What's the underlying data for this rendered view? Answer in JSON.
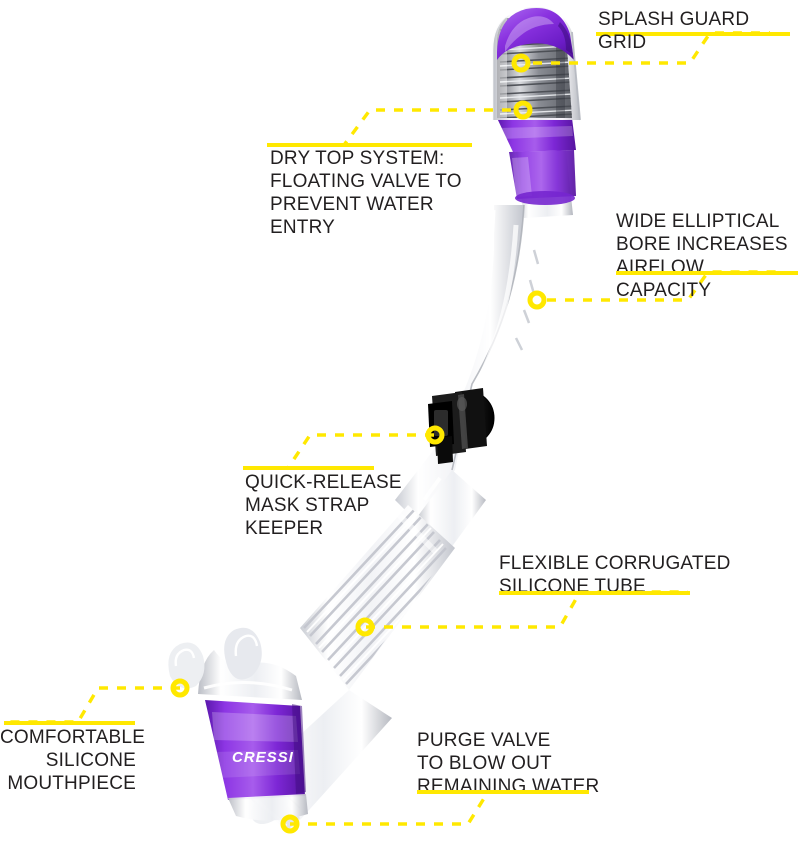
{
  "graphic": {
    "subject": "snorkel",
    "brand_text": "CRESSI",
    "colors": {
      "accent_yellow": "#ffe800",
      "text_dark": "#221f20",
      "purple_dark": "#6d1fc4",
      "purple_mid": "#8a32e0",
      "purple_light": "#a865ec",
      "clear_plastic": "#e8e9ec",
      "black_clip": "#1a1a1a",
      "background": "#ffffff"
    }
  },
  "callouts": [
    {
      "id": "splash-guard-grid",
      "text": "SPLASH GUARD GRID",
      "align": "left"
    },
    {
      "id": "dry-top-system",
      "text": "DRY TOP SYSTEM:\nFLOATING VALVE TO\nPREVENT WATER ENTRY",
      "align": "left"
    },
    {
      "id": "wide-elliptical-bore",
      "text": "WIDE ELLIPTICAL\nBORE INCREASES\nAIRFLOW CAPACITY",
      "align": "left"
    },
    {
      "id": "quick-release-mask-strap-keeper",
      "text": "QUICK-RELEASE\nMASK STRAP\nKEEPER",
      "align": "left"
    },
    {
      "id": "flexible-corrugated-silicone-tube",
      "text": "FLEXIBLE CORRUGATED\nSILICONE TUBE",
      "align": "left"
    },
    {
      "id": "comfortable-silicone-mouthpiece",
      "text": "COMFORTABLE\nSILICONE\nMOUTHPIECE",
      "align": "right"
    },
    {
      "id": "purge-valve",
      "text": "PURGE VALVE\nTO BLOW OUT\nREMAINING WATER",
      "align": "left"
    }
  ]
}
